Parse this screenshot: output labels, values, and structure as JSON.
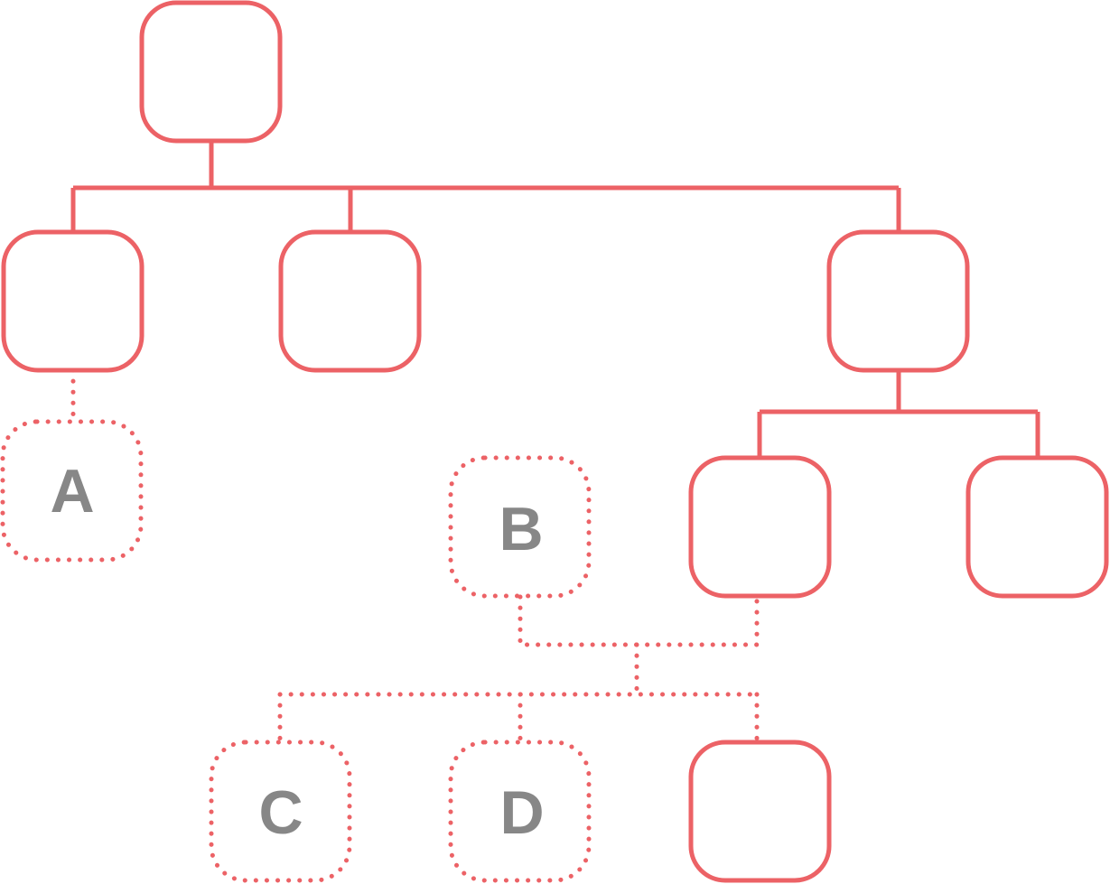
{
  "diagram": {
    "colors": {
      "line": "#EC6266",
      "label": "#878787",
      "background": "#FFFFFF"
    },
    "nodes": {
      "root": {
        "label": "",
        "style": "solid"
      },
      "child_1": {
        "label": "",
        "style": "solid"
      },
      "child_2": {
        "label": "",
        "style": "solid"
      },
      "child_3": {
        "label": "",
        "style": "solid"
      },
      "grandchild_1": {
        "label": "",
        "style": "solid"
      },
      "grandchild_2": {
        "label": "",
        "style": "solid"
      },
      "placeholder_a": {
        "label": "A",
        "style": "dotted"
      },
      "placeholder_b": {
        "label": "B",
        "style": "dotted"
      },
      "placeholder_c": {
        "label": "C",
        "style": "dotted"
      },
      "placeholder_d": {
        "label": "D",
        "style": "dotted"
      },
      "bottom_node": {
        "label": "",
        "style": "solid"
      }
    }
  }
}
